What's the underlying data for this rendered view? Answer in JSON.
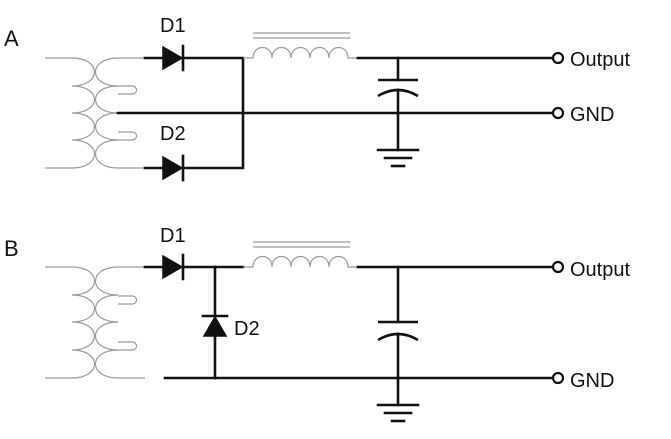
{
  "circuits": [
    {
      "id": "A",
      "label": "A",
      "diode_top": "D1",
      "diode_bottom": "D2",
      "output_label": "Output",
      "gnd_label": "GND"
    },
    {
      "id": "B",
      "label": "B",
      "diode_top": "D1",
      "diode_bottom": "D2",
      "output_label": "Output",
      "gnd_label": "GND"
    }
  ],
  "colors": {
    "wire": "#111111",
    "component_outline": "#9a9a9a",
    "background": "#ffffff"
  }
}
